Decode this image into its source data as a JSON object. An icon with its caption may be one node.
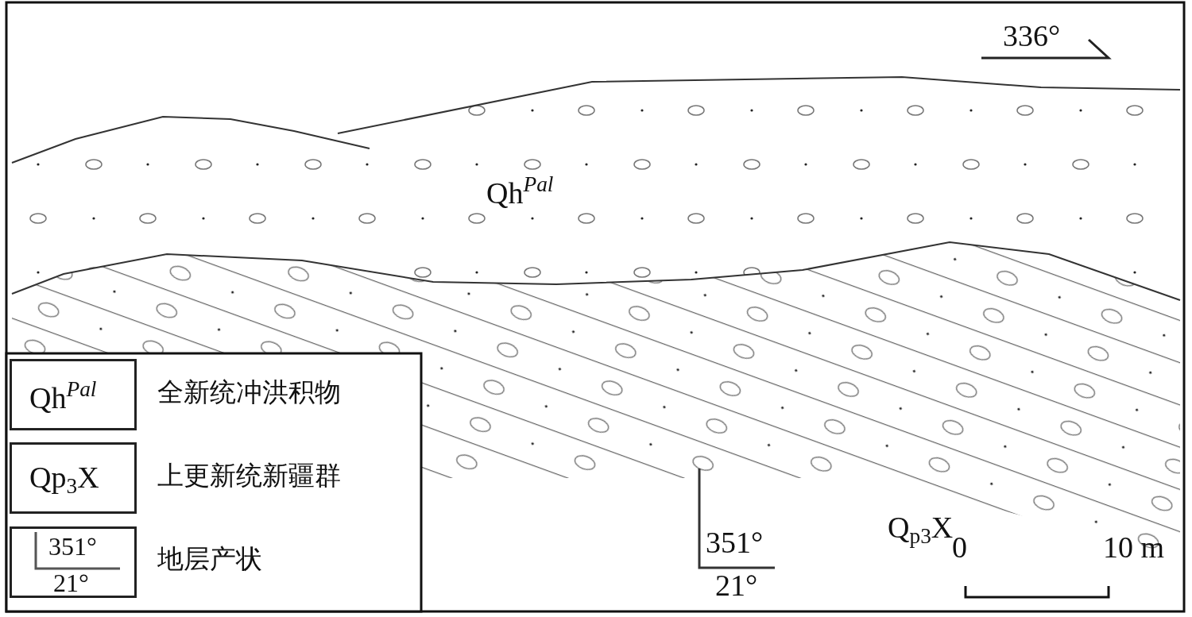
{
  "diagram": {
    "nodes": [
      {
        "text": [
          "Qh$^{Pal}$"
        ]
      },
      {
        "text": [
          "Qp$_{3}$X"
        ]
      },
      {
        "text": [
          "351°",
          "21°"
        ]
      }
    ],
    "labels": [
      "336°",
      "Qh$^{Pal}$",
      "351°",
      "21°",
      "Q$_{p3}$X",
      "0",
      "10 m"
    ],
    "legend": [
      {
        "text": "全新统冲洪积物"
      },
      {
        "text": "上更新统新疆群"
      },
      {
        "text": "地层产状"
      }
    ]
  }
}
